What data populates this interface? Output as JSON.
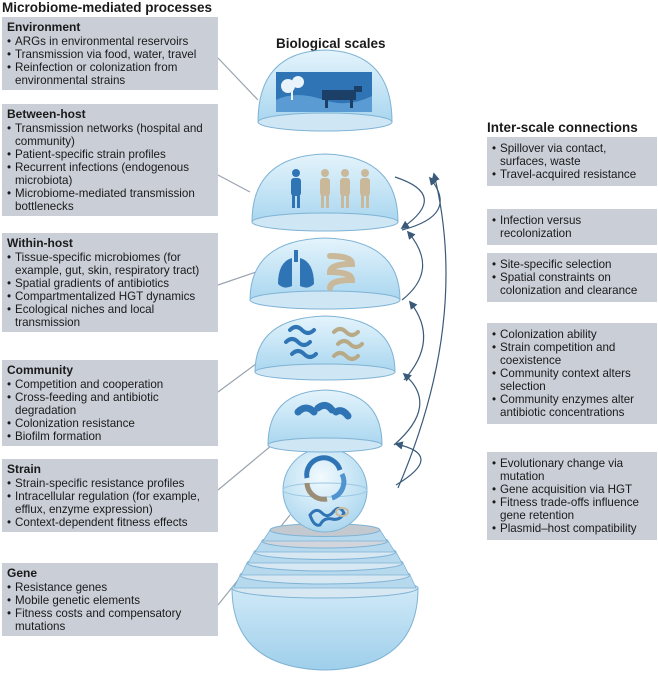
{
  "titles": {
    "left": "Microbiome-mediated processes",
    "center": "Biological scales",
    "right": "Inter-scale connections"
  },
  "left_boxes": [
    {
      "title": "Environment",
      "items": [
        "ARGs in environmental reservoirs",
        "Transmission via food, water, travel",
        "Reinfection or colonization from environmental strains"
      ]
    },
    {
      "title": "Between-host",
      "items": [
        "Transmission networks (hospital and community)",
        "Patient-specific strain profiles",
        "Recurrent infections (endogenous microbiota)",
        "Microbiome-mediated transmission bottlenecks"
      ]
    },
    {
      "title": "Within-host",
      "items": [
        "Tissue-specific microbiomes (for example, gut, skin, respiratory tract)",
        "Spatial gradients of antibiotics",
        "Compartmentalized HGT dynamics",
        "Ecological niches and local transmission"
      ]
    },
    {
      "title": "Community",
      "items": [
        "Competition and cooperation",
        "Cross-feeding and antibiotic degradation",
        "Colonization resistance",
        "Biofilm formation"
      ]
    },
    {
      "title": "Strain",
      "items": [
        "Strain-specific resistance profiles",
        "Intracellular regulation (for example, efflux, enzyme expression)",
        "Context-dependent fitness effects"
      ]
    },
    {
      "title": "Gene",
      "items": [
        "Resistance genes",
        "Mobile genetic elements",
        "Fitness costs and compensatory mutations"
      ]
    }
  ],
  "right_boxes": [
    {
      "items": [
        "Spillover via contact, surfaces, waste",
        "Travel-acquired resistance"
      ]
    },
    {
      "items": [
        "Infection versus recolonization"
      ]
    },
    {
      "items": [
        "Site-specific selection",
        "Spatial constraints on colonization and clearance"
      ]
    },
    {
      "items": [
        "Colonization ability",
        "Strain competition and coexistence",
        "Community context alters selection",
        "Community enzymes alter antibiotic concentrations"
      ]
    },
    {
      "items": [
        "Evolutionary change via mutation",
        "Gene acquisition via HGT",
        "Fitness trade-offs influence gene retention",
        "Plasmid–host compatibility"
      ]
    }
  ],
  "colors": {
    "box": "#c9ced7",
    "dome_light": "#d6eef9",
    "dome_mid": "#b3dcf1",
    "dome_edge": "#8cc0df",
    "icon_blue": "#2f74b5",
    "icon_tan": "#c9b99a",
    "arrow": "#3b5a7a"
  }
}
